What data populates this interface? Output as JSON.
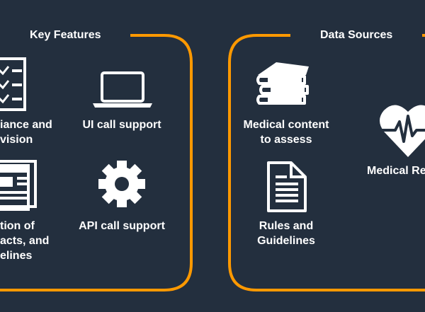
{
  "colors": {
    "background": "#232f3e",
    "accent": "#ff9900",
    "text": "#ffffff"
  },
  "key_features": {
    "heading": "Key Features",
    "items": [
      {
        "icon": "checklist-icon",
        "lines": [
          "iance and",
          "vision"
        ]
      },
      {
        "icon": "laptop-icon",
        "lines": [
          "UI call support"
        ]
      },
      {
        "icon": "document-layout-icon",
        "lines": [
          "tion of",
          "acts, and",
          "elines"
        ]
      },
      {
        "icon": "gear-icon",
        "lines": [
          "API call support"
        ]
      }
    ]
  },
  "data_sources": {
    "heading": "Data Sources",
    "items": [
      {
        "icon": "books-icon",
        "lines": [
          "Medical content",
          "to assess"
        ]
      },
      {
        "icon": "heart-pulse-icon",
        "lines": [
          "Medical Re"
        ]
      },
      {
        "icon": "document-icon",
        "lines": [
          "Rules and",
          "Guidelines"
        ]
      }
    ]
  }
}
